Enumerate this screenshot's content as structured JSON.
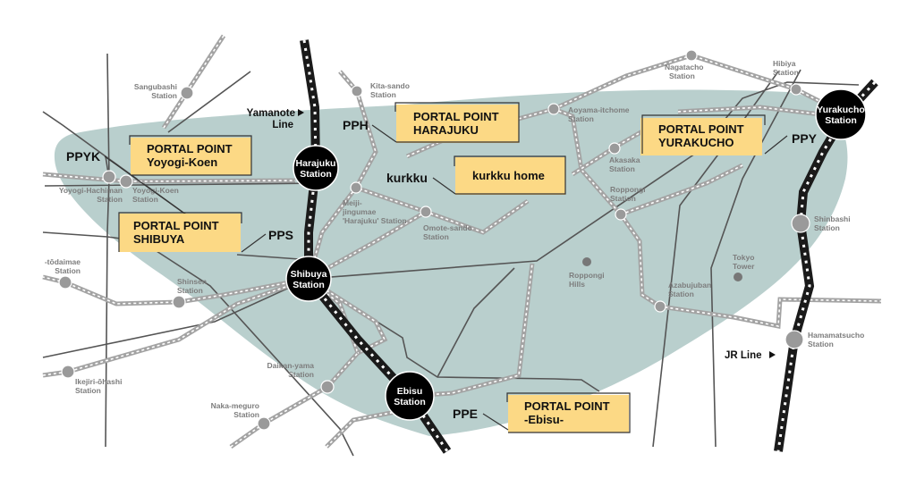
{
  "colors": {
    "area": "#b9cfcd",
    "portal_box": "#fcd985",
    "jr_line": "#1a1a1a",
    "station": "#9a9a9a"
  },
  "line_labels": {
    "yamanote_1": "Yamanote",
    "yamanote_2": "Line",
    "jr": "JR Line"
  },
  "portal_points": {
    "yoyogi": {
      "code": "PPYK",
      "l1": "PORTAL POINT",
      "l2": "Yoyogi-Koen"
    },
    "shibuya": {
      "code": "PPS",
      "l1": "PORTAL POINT",
      "l2": "SHIBUYA"
    },
    "harajuku": {
      "code": "PPH",
      "l1": "PORTAL POINT",
      "l2": "HARAJUKU"
    },
    "kurkku": {
      "code": "kurkku",
      "l1": "kurkku home"
    },
    "yurakucho": {
      "code": "PPY",
      "l1": "PORTAL POINT",
      "l2": "YURAKUCHO"
    },
    "ebisu": {
      "code": "PPE",
      "l1": "PORTAL POINT",
      "l2": "-Ebisu-"
    }
  },
  "major_stations": {
    "harajuku": {
      "l1": "Harajuku",
      "l2": "Station"
    },
    "shibuya": {
      "l1": "Shibuya",
      "l2": "Station"
    },
    "ebisu": {
      "l1": "Ebisu",
      "l2": "Station"
    },
    "yurakucho": {
      "l1": "Yurakucho",
      "l2": "Station"
    }
  },
  "stations": {
    "sangubashi": {
      "l1": "Sangubashi",
      "l2": "Station"
    },
    "yoyogi_hachiman": {
      "l1": "Yoyogi-Hachiman",
      "l2": "Station"
    },
    "yoyogi_koen": {
      "l1": "Yoyogi-Koen",
      "l2": "Station"
    },
    "kita_sando": {
      "l1": "Kita-sando",
      "l2": "Station"
    },
    "meiji_jingumae": {
      "l1": "Meiji-",
      "l2": "jingumae",
      "l3": "'Harajuku' Station"
    },
    "omote_sando": {
      "l1": "Omote-sando",
      "l2": "Station"
    },
    "aoyama_itchome": {
      "l1": "Aoyama-itchome",
      "l2": "Station"
    },
    "akasaka": {
      "l1": "Akasaka",
      "l2": "Station"
    },
    "roppongi": {
      "l1": "Roppongi",
      "l2": "Station"
    },
    "nagatacho": {
      "l1": "Nagatacho",
      "l2": "Station"
    },
    "hibiya": {
      "l1": "Hibiya",
      "l2": "Station"
    },
    "shinbashi": {
      "l1": "Shinbashi",
      "l2": "Station"
    },
    "hamamatsucho": {
      "l1": "Hamamatsucho",
      "l2": "Station"
    },
    "azabujuban": {
      "l1": "Azabujuban",
      "l2": "Station"
    },
    "todaimae": {
      "l1": "-tōdaimae",
      "l2": "Station"
    },
    "shinsen": {
      "l1": "Shinsen",
      "l2": "Station"
    },
    "ikejiri": {
      "l1": "Ikejiri-ōhashi",
      "l2": "Station"
    },
    "daikanyama": {
      "l1": "Daikan-yama",
      "l2": "Station"
    },
    "nakameguro": {
      "l1": "Naka-meguro",
      "l2": "Station"
    }
  },
  "landmarks": {
    "roppongi_hills": {
      "l1": "Roppongi",
      "l2": "Hills"
    },
    "tokyo_tower": {
      "l1": "Tokyo",
      "l2": "Tower"
    }
  }
}
